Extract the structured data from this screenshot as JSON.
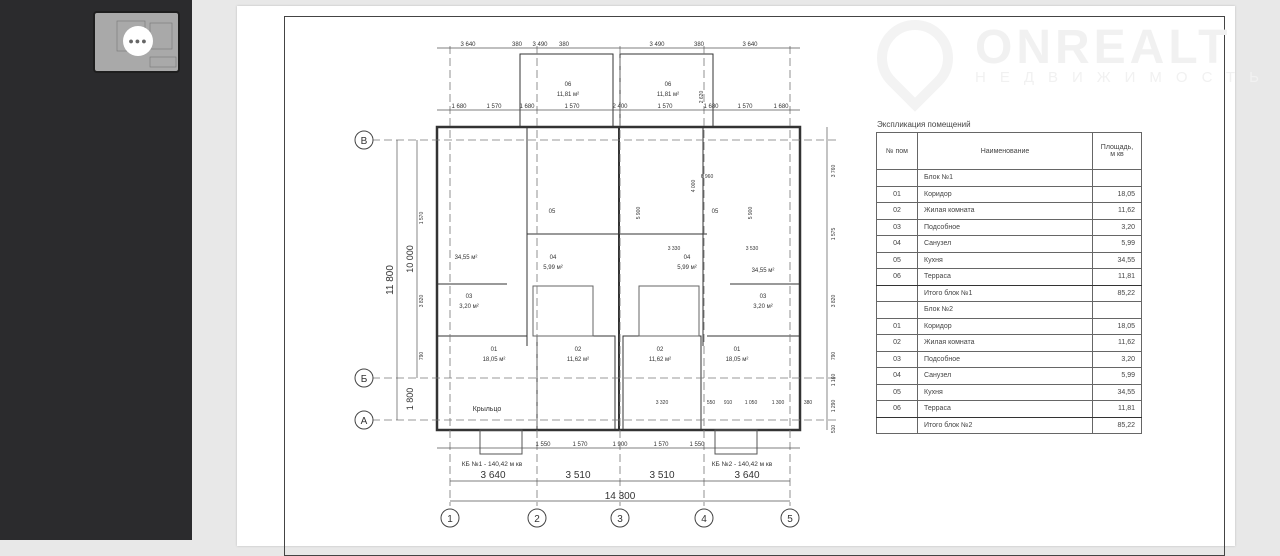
{
  "viewer": {
    "thumbnail_menu_icon": "more-dots-icon"
  },
  "watermark": {
    "brand": "ONREALT",
    "tagline": "НЕДВИЖИМОСТЬ"
  },
  "plan": {
    "axes_x": [
      "1",
      "2",
      "3",
      "4",
      "5"
    ],
    "axes_y": [
      "В",
      "Б",
      "А"
    ],
    "top_dims_1": [
      "3 640",
      "380",
      "3 490",
      "380",
      "3 490",
      "380",
      "3 640"
    ],
    "top_dims_2": [
      "1 680",
      "1 570",
      "1 680",
      "1 570",
      "2 400",
      "1 570",
      "1 680",
      "1 570",
      "1 680"
    ],
    "bottom_dims_1": [
      "1 550",
      "1 570",
      "1 900",
      "1 570",
      "1 550"
    ],
    "bottom_dims_2": [
      "3 640",
      "3 510",
      "3 510",
      "3 640"
    ],
    "bottom_total": "14 300",
    "left_total": "11 800",
    "left_10000": "10 000",
    "left_1800": "1 800",
    "left_small": [
      "1 570",
      "3 820",
      "790"
    ],
    "right_small": [
      "3 760",
      "1 575",
      "3 820",
      "790",
      "1 160",
      "1 290",
      "510"
    ],
    "inner_dims": [
      "6 960",
      "3 330",
      "3 530",
      "3 320",
      "550",
      "910",
      "1 050",
      "1 300",
      "380",
      "5 900",
      "5 900",
      "4 000",
      "2 620"
    ],
    "rooms": [
      {
        "num": "06",
        "area": "11,81 м²"
      },
      {
        "num": "06",
        "area": "11,81 м²"
      },
      {
        "num": "05",
        "area": "34,55 м²"
      },
      {
        "num": "05",
        "area": "34,55 м²"
      },
      {
        "num": "04",
        "area": "5,99 м²"
      },
      {
        "num": "04",
        "area": "5,99 м²"
      },
      {
        "num": "03",
        "area": "3,20 м²"
      },
      {
        "num": "03",
        "area": "3,20 м²"
      },
      {
        "num": "01",
        "area": "18,05 м²"
      },
      {
        "num": "01",
        "area": "18,05 м²"
      },
      {
        "num": "02",
        "area": "11,62 м²"
      },
      {
        "num": "02",
        "area": "11,62 м²"
      }
    ],
    "porch_label": "Крыльцо",
    "block1_label": "КБ №1 - 140,42 м кв",
    "block2_label": "КБ №2 - 140,42 м кв"
  },
  "table": {
    "title": "Экспликация помещений",
    "headers": [
      "№ пом",
      "Наименование",
      "Площадь, м кв"
    ],
    "rows": [
      [
        "",
        "Блок №1",
        ""
      ],
      [
        "01",
        "Коридор",
        "18,05"
      ],
      [
        "02",
        "Жилая комната",
        "11,62"
      ],
      [
        "03",
        "Подсобное",
        "3,20"
      ],
      [
        "04",
        "Санузел",
        "5,99"
      ],
      [
        "05",
        "Кухня",
        "34,55"
      ],
      [
        "06",
        "Терраса",
        "11,81"
      ],
      [
        "",
        "Итого блок №1",
        "85,22"
      ],
      [
        "",
        "Блок №2",
        ""
      ],
      [
        "01",
        "Коридор",
        "18,05"
      ],
      [
        "02",
        "Жилая комната",
        "11,62"
      ],
      [
        "03",
        "Подсобное",
        "3,20"
      ],
      [
        "04",
        "Санузел",
        "5,99"
      ],
      [
        "05",
        "Кухня",
        "34,55"
      ],
      [
        "06",
        "Терраса",
        "11,81"
      ],
      [
        "",
        "Итого блок №2",
        "85,22"
      ]
    ]
  }
}
